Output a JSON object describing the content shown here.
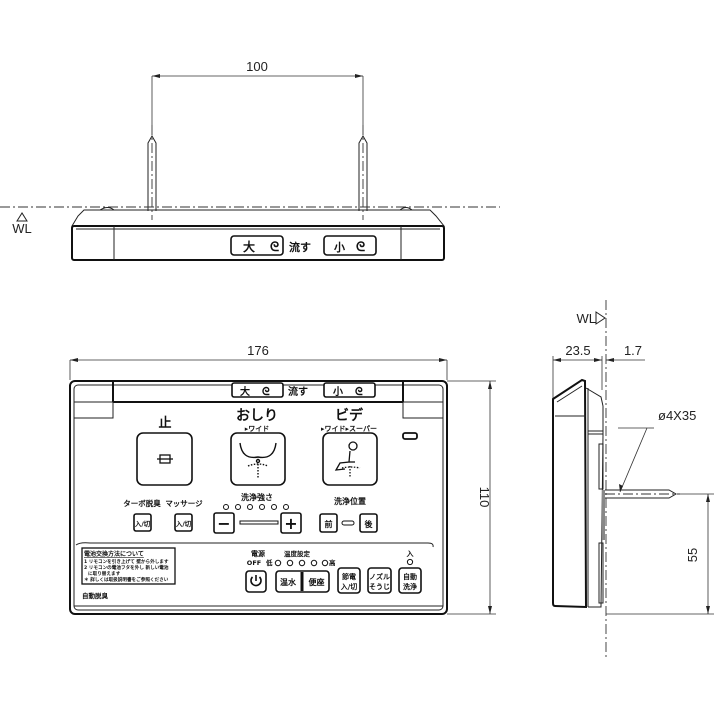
{
  "top_view": {
    "dimension_pin_spacing": "100",
    "wl_label": "WL",
    "flush_label": "流す",
    "flush_large": "大",
    "flush_small": "小"
  },
  "front_view": {
    "dimension_width": "176",
    "dimension_height": "110",
    "flush_label": "流す",
    "flush_large": "大",
    "flush_small": "小",
    "stop_label": "止",
    "oshiri_label": "おしり",
    "oshiri_sub": "▸ワイド",
    "bidet_label": "ビデ",
    "bidet_sub": "▸ワイド▸スーパー",
    "turbo_label": "ターボ脱臭",
    "massage_label": "マッサージ",
    "onoff_1": "入/切",
    "onoff_2": "入/切",
    "wash_strength_label": "洗浄強さ",
    "minus": "−",
    "plus": "+",
    "wash_position_label": "洗浄位置",
    "front_btn": "前",
    "back_btn": "後",
    "battery_note": {
      "title": "電池交換方法について",
      "line1": "1 リモコンを引き上げて 壁から外します",
      "line2": "2 リモコンの電池フタを外し 新しい電池",
      "line3": "に取り替えます",
      "line4": "＊ 詳しくは取扱説明書をご参照ください"
    },
    "auto_deodorize": "自動脱臭",
    "power_label": "電源",
    "power_off": "OFF",
    "temp_label": "温度設定",
    "temp_low": "低",
    "temp_high": "高",
    "on_label": "入",
    "power_btn": "⏻",
    "water_temp_btn": "温水",
    "seat_temp_btn": "便座",
    "eco_btn_1": "節電",
    "eco_btn_2": "入/切",
    "nozzle_btn_1": "ノズル",
    "nozzle_btn_2": "そうじ",
    "auto_wash_btn_1": "自動",
    "auto_wash_btn_2": "洗浄"
  },
  "side_view": {
    "wl_label": "WL",
    "dimension_depth": "23.5",
    "dimension_offset": "1.7",
    "pin_spec": "ø4X35",
    "dimension_pin_height": "55"
  }
}
